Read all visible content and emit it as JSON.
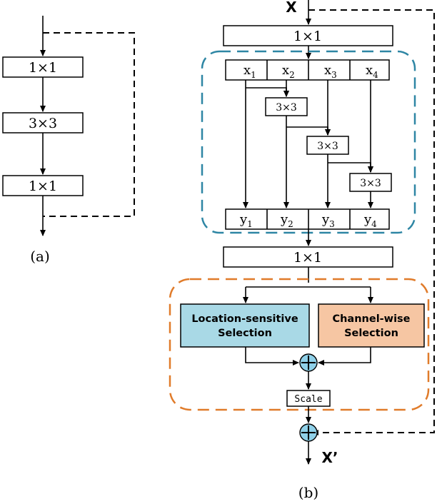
{
  "colors": {
    "teal_dashed_border": "#2e86a4",
    "orange_dashed_border": "#e07b2a",
    "location_box_fill": "#a9d9e6",
    "channel_box_fill": "#f6c6a3",
    "adder_fill": "#8fd0e8"
  },
  "panel_a": {
    "conv_top": "1×1",
    "conv_mid": "3×3",
    "conv_bottom": "1×1",
    "caption": "(a)"
  },
  "panel_b": {
    "input_label": "X",
    "output_label": "X’",
    "conv_in": "1×1",
    "conv_out": "1×1",
    "splits": [
      "x",
      "x",
      "x",
      "x"
    ],
    "split_subs": [
      "1",
      "2",
      "3",
      "4"
    ],
    "outputs": [
      "y",
      "y",
      "y",
      "y"
    ],
    "output_subs": [
      "1",
      "2",
      "3",
      "4"
    ],
    "convs": [
      "3×3",
      "3×3",
      "3×3"
    ],
    "location_line1": "Location-sensitive",
    "location_line2": "Selection",
    "channel_line1": "Channel-wise",
    "channel_line2": "Selection",
    "scale_label": "Scale",
    "caption": "(b)"
  }
}
